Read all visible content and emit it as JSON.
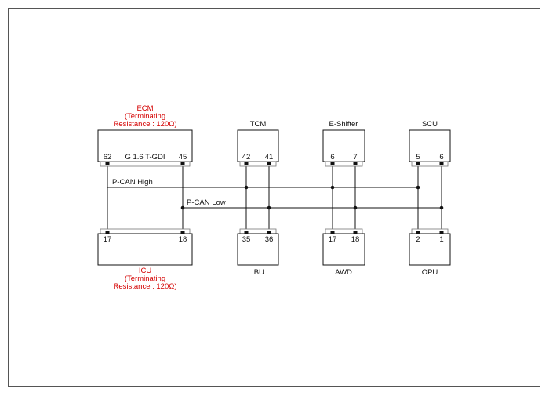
{
  "ecm": {
    "name": "ECM",
    "note1": "(Terminating",
    "note2": "Resistance : 120Ω)",
    "pin_a": "62",
    "model": "G 1.6 T-GDI",
    "pin_b": "45"
  },
  "tcm": {
    "name": "TCM",
    "pin_a": "42",
    "pin_b": "41"
  },
  "eshifter": {
    "name": "E-Shifter",
    "pin_a": "6",
    "pin_b": "7"
  },
  "scu": {
    "name": "SCU",
    "pin_a": "5",
    "pin_b": "6"
  },
  "icu": {
    "name": "ICU",
    "note1": "(Terminating",
    "note2": "Resistance : 120Ω)",
    "pin_a": "17",
    "pin_b": "18"
  },
  "ibu": {
    "name": "IBU",
    "pin_a": "35",
    "pin_b": "36"
  },
  "awd": {
    "name": "AWD",
    "pin_a": "17",
    "pin_b": "18"
  },
  "opu": {
    "name": "OPU",
    "pin_a": "2",
    "pin_b": "1"
  },
  "wires": {
    "high": "P-CAN High",
    "low": "P-CAN Low"
  },
  "colors": {
    "terminating_label": "#d40000",
    "line": "#111111"
  }
}
